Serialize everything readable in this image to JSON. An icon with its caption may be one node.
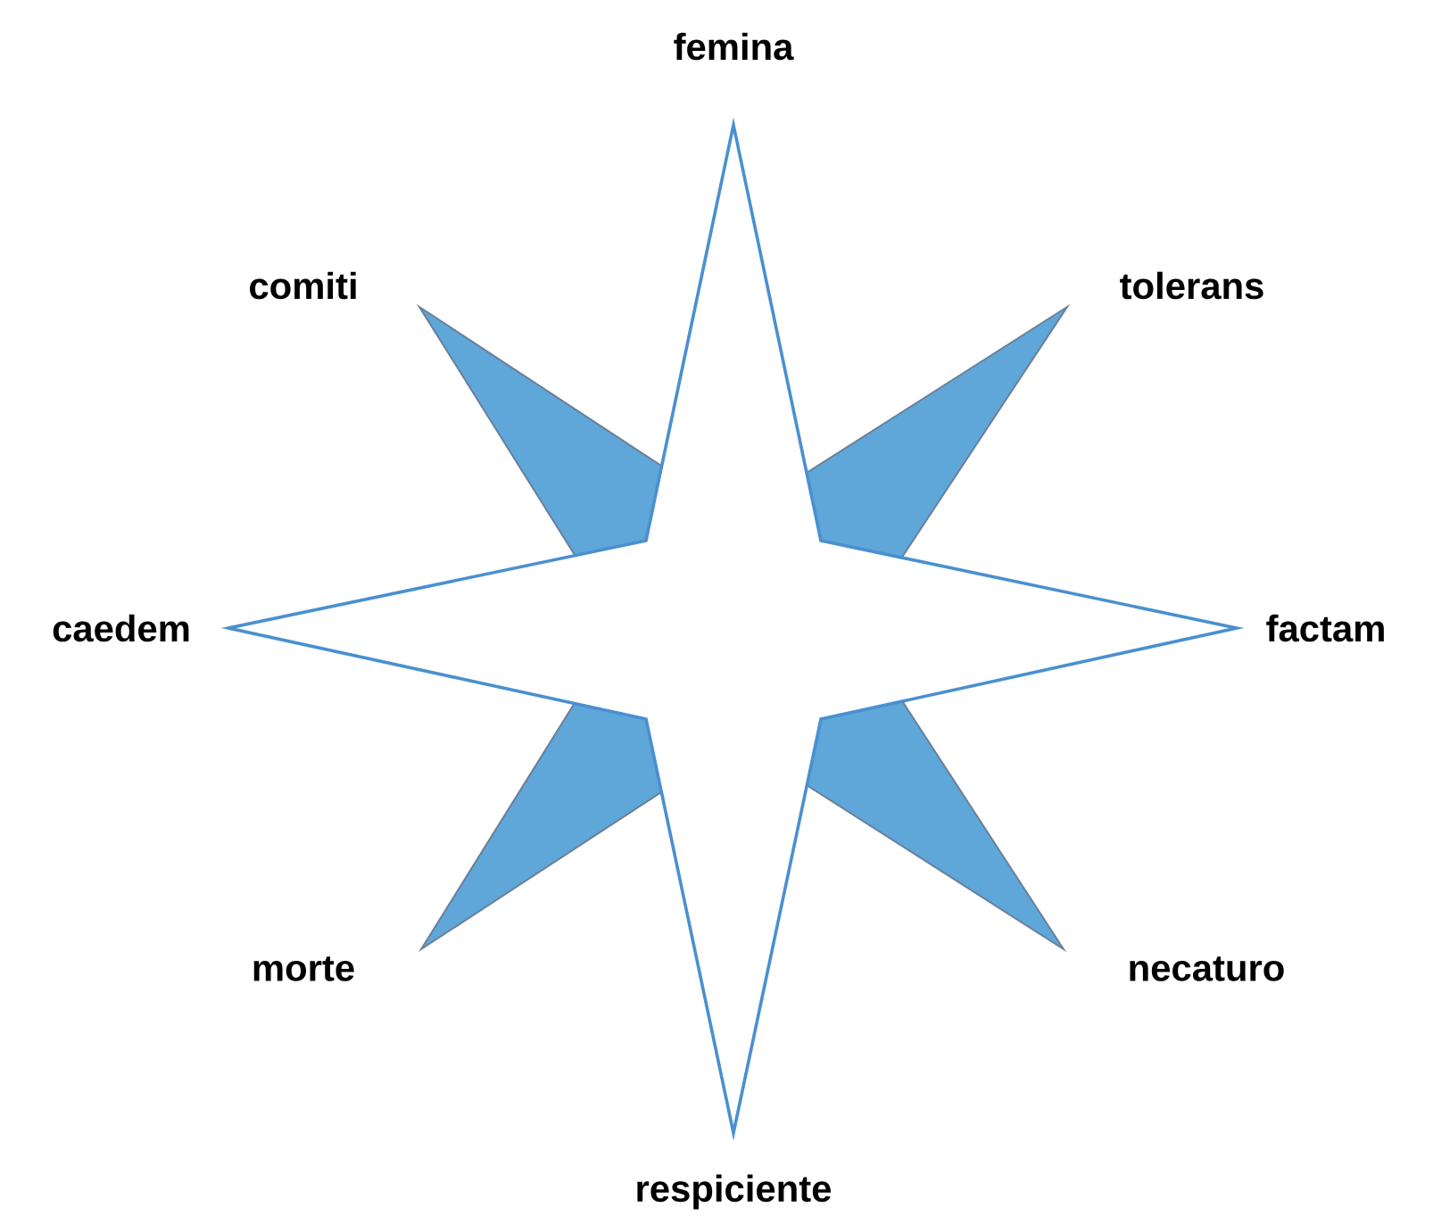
{
  "diagram": {
    "labels": [
      "femina",
      "comiti",
      "tolerans",
      "caedem",
      "factam",
      "morte",
      "necaturo",
      "respiciente"
    ]
  }
}
